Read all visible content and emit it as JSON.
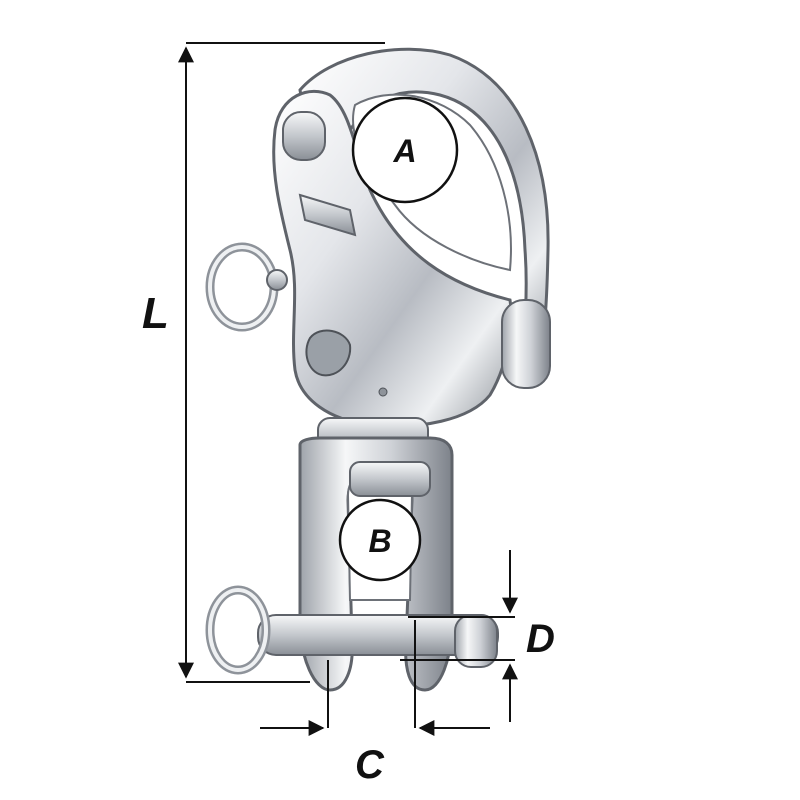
{
  "labels": {
    "length": "L",
    "opening_a": "A",
    "opening_b": "B",
    "pin_width": "C",
    "pin_diameter": "D"
  },
  "colors": {
    "line": "#111111",
    "metal_light": "#f4f5f7",
    "metal_mid": "#c9ccd1",
    "metal_dark": "#6d7178",
    "background": "#ffffff"
  }
}
